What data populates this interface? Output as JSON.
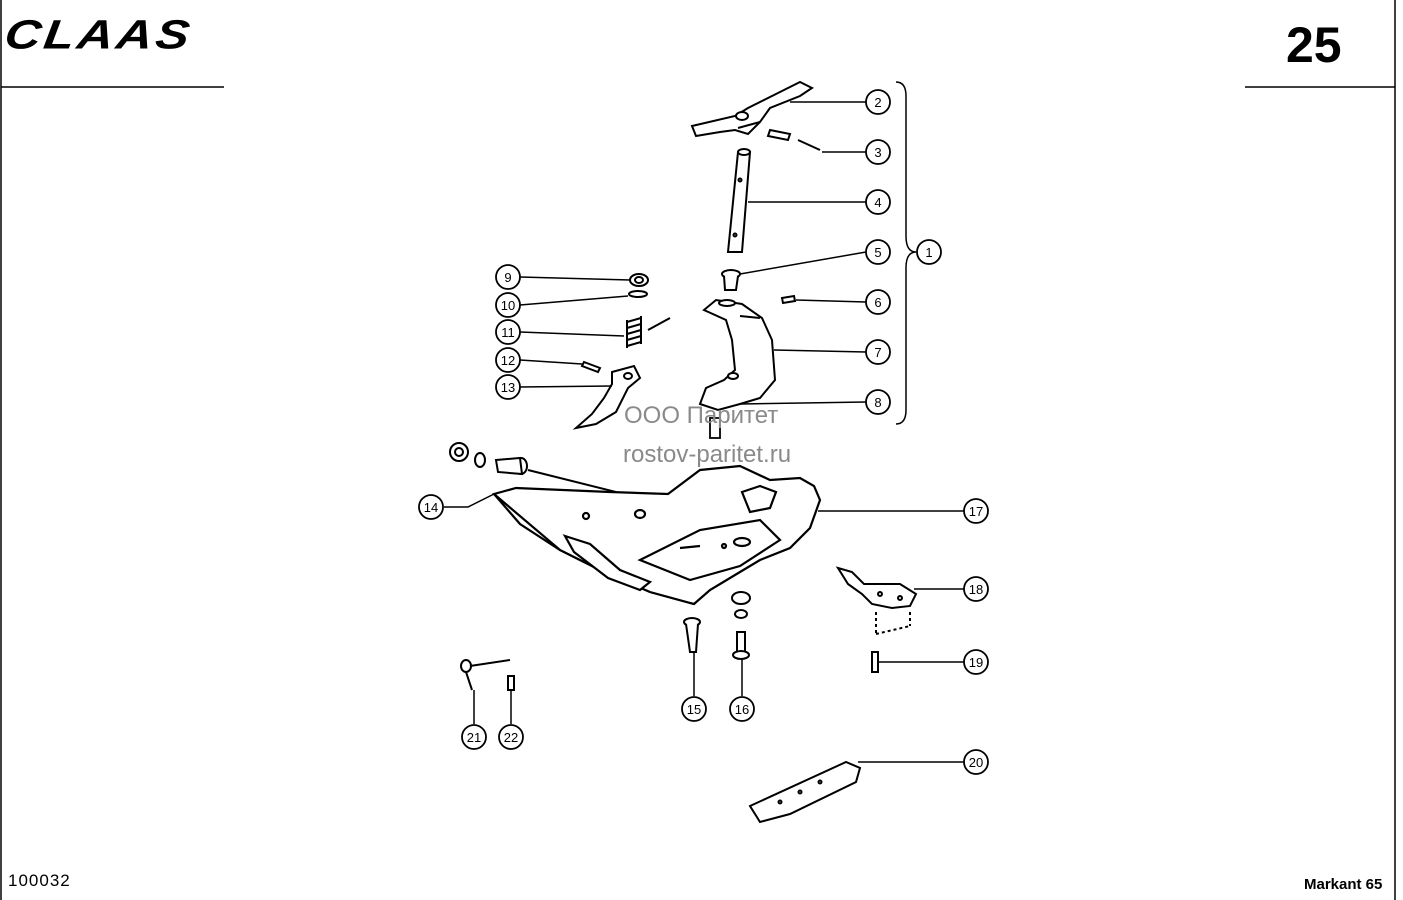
{
  "header": {
    "brand": "CLAAS",
    "page_number": "25"
  },
  "footer": {
    "doc_code": "100032",
    "model": "Markant 65"
  },
  "watermark": {
    "line1": "ООО Паритет",
    "line2": "rostov-paritet.ru"
  },
  "callouts": {
    "c1": "1",
    "c2": "2",
    "c3": "3",
    "c4": "4",
    "c5": "5",
    "c6": "6",
    "c7": "7",
    "c8": "8",
    "c9": "9",
    "c10": "10",
    "c11": "11",
    "c12": "12",
    "c13": "13",
    "c14": "14",
    "c15": "15",
    "c16": "16",
    "c17": "17",
    "c18": "18",
    "c19": "19",
    "c20": "20",
    "c21": "21",
    "c22": "22"
  }
}
